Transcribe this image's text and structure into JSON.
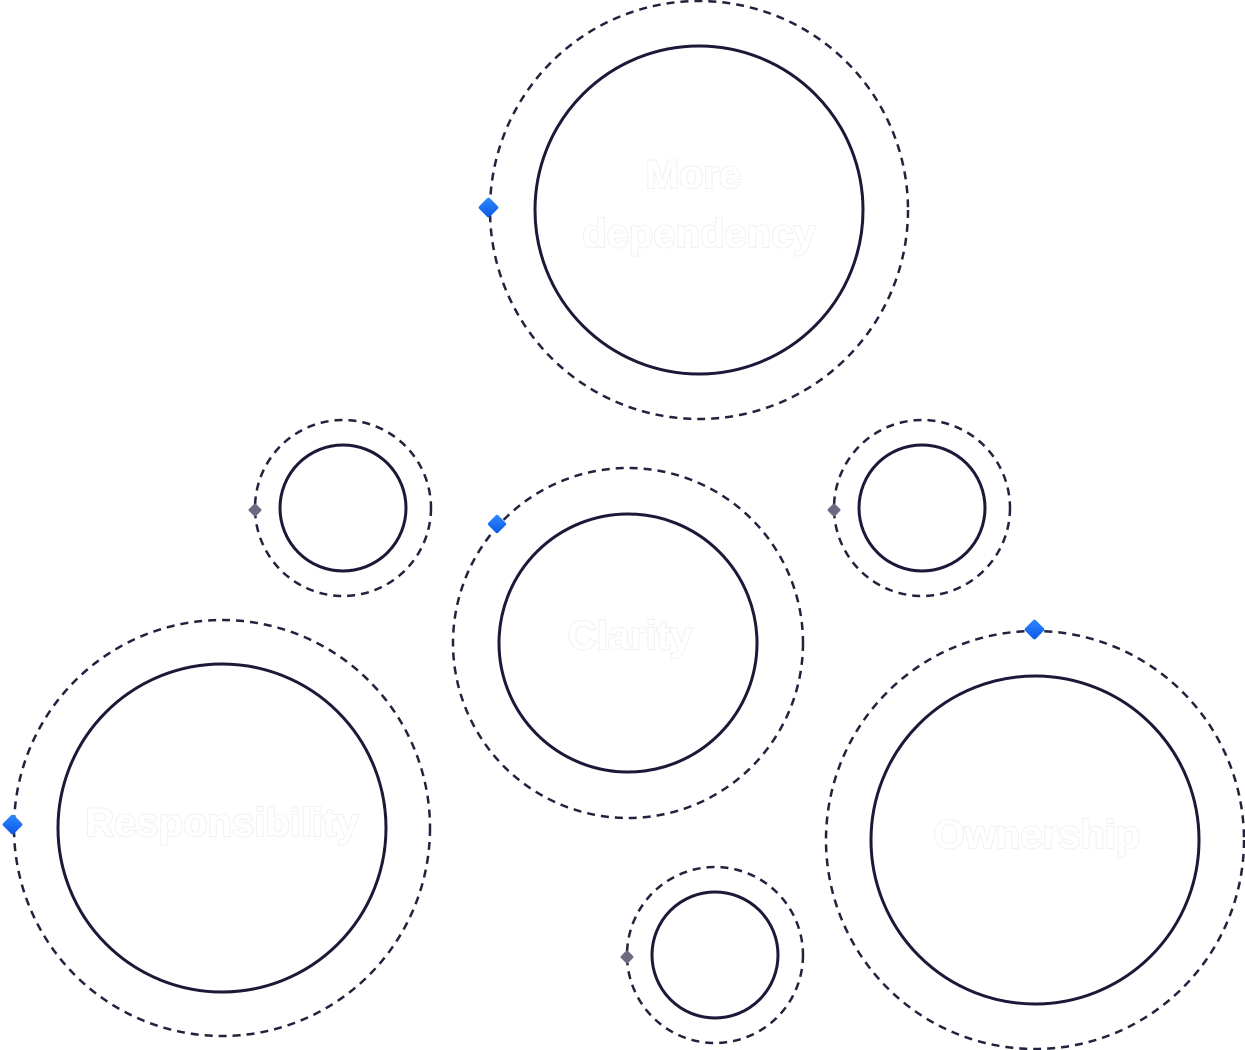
{
  "colors": {
    "ring_stroke": "#22223e",
    "inner_stroke": "#1b1838",
    "label_fill": "#ffffff",
    "accent_marker": "#0d6efd",
    "muted_marker": "#6b6a80",
    "background": "#ffffff"
  },
  "nodes": [
    {
      "id": "more-dependency",
      "label_lines": [
        "More",
        "dependency"
      ],
      "marker": "accent"
    },
    {
      "id": "clarity",
      "label_lines": [
        "Clarity"
      ],
      "marker": "accent"
    },
    {
      "id": "responsibility",
      "label_lines": [
        "Responsibility"
      ],
      "marker": "accent"
    },
    {
      "id": "ownership",
      "label_lines": [
        "Ownership"
      ],
      "marker": "accent"
    },
    {
      "id": "small-left",
      "label_lines": [],
      "marker": "muted"
    },
    {
      "id": "small-right",
      "label_lines": [],
      "marker": "muted"
    },
    {
      "id": "small-bottom",
      "label_lines": [],
      "marker": "muted"
    }
  ]
}
